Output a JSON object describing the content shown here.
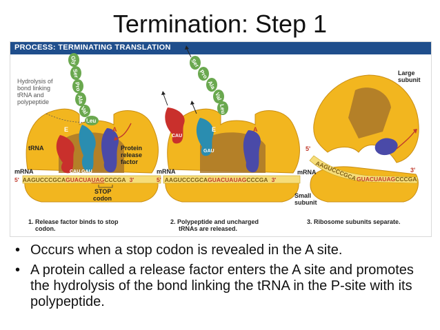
{
  "slide": {
    "title": "Termination: Step 1",
    "bullets": [
      "Occurs when a stop codon is revealed in the A site.",
      "A protein called a release factor enters the A site and promotes the hydrolysis of the bond linking the tRNA in the P-site with its polypeptide."
    ]
  },
  "figure": {
    "header": "PROCESS: TERMINATING TRANSLATION",
    "panel1": {
      "hydrolysis_label": [
        "Hydrolysis of",
        "bond linking",
        "tRNA and",
        "polypeptide"
      ],
      "trna": "tRNA",
      "protein_release_factor": [
        "Protein",
        "release",
        "factor"
      ],
      "mrna": "mRNA",
      "five_prime": "5'",
      "three_prime": "3'",
      "sequence": [
        "AAGUCCCGCA",
        "GUACUA",
        "UAG",
        "CCCGA"
      ],
      "anticodon": "CAU GAU",
      "site_e": "E",
      "site_a": "A",
      "stop_codon": [
        "STOP",
        "codon"
      ],
      "amino_acids": [
        "Gly",
        "Ser",
        "Pro",
        "Ala",
        "Val",
        "Leu"
      ],
      "caption": [
        "1. Release factor binds to stop",
        "codon."
      ]
    },
    "panel2": {
      "mrna": "mRNA",
      "five_prime": "5'",
      "three_prime": "3'",
      "sequence": [
        "AAGUCCCGCA",
        "GUACUAUAG",
        "CCCGA"
      ],
      "anticodon_left": "CAU",
      "anticodon_right": "GAU",
      "site_e": "E",
      "site_a": "A",
      "amino_acids": [
        "Ser",
        "Pro",
        "Ala",
        "Val",
        "Leu"
      ],
      "caption": [
        "2. Polypeptide and uncharged",
        "tRNAs are released."
      ]
    },
    "panel3": {
      "large_subunit": [
        "Large",
        "subunit"
      ],
      "small_subunit": [
        "Small",
        "subunit"
      ],
      "mrna": "mRNA",
      "five_prime": "5'",
      "three_prime": "3'",
      "sequence": [
        "AAGUCCCGCA",
        "GUACUAUAG",
        "CCCGA"
      ],
      "caption": "3. Ribosome subunits separate."
    }
  },
  "colors": {
    "ribosome": "#f2b61f",
    "ribosome_dark": "#a9772a",
    "trna_red": "#c9302c",
    "trna_blue": "#2a8db0",
    "release_factor": "#4a4aa8",
    "polypeptide": "#6aa84f",
    "mrna_highlight": "#c0392b",
    "header_bg": "#1f4e8c"
  }
}
